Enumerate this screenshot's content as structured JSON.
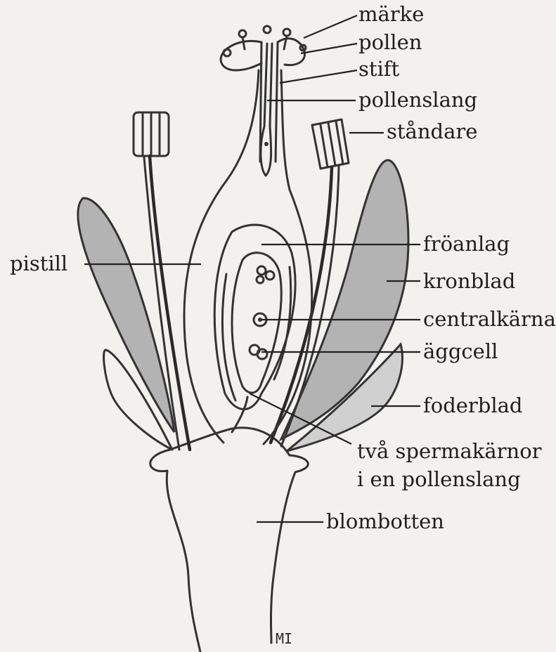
{
  "diagram": {
    "labels": {
      "marke": "märke",
      "pollen": "pollen",
      "stift": "stift",
      "pollenslang": "pollenslang",
      "standare": "ståndare",
      "pistill": "pistill",
      "froanlag": "fröanlag",
      "kronblad": "kronblad",
      "centralkarna": "centralkärna",
      "aggcell": "äggcell",
      "foderblad": "foderblad",
      "spermakarnor_line1": "två spermakärnor",
      "spermakarnor_line2": "i en pollenslang",
      "blombotten": "blombotten"
    },
    "signature": "MI"
  }
}
